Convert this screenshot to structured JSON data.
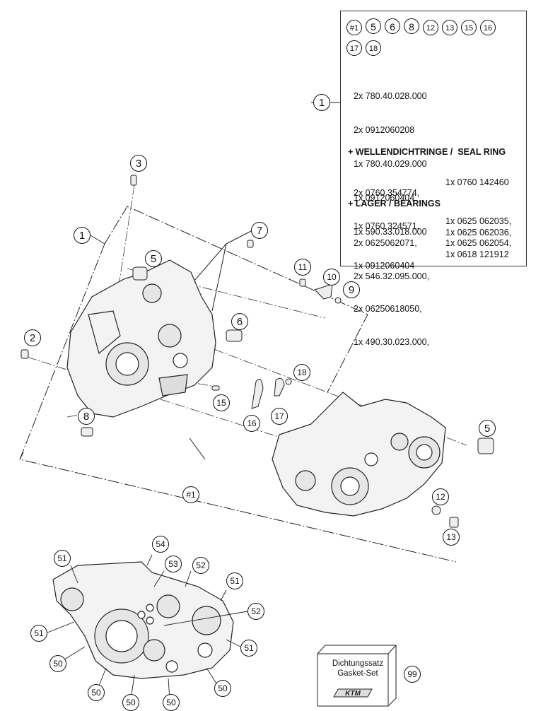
{
  "legend": {
    "kit_badges": [
      "#1",
      "5",
      "6",
      "8",
      "12",
      "13",
      "15",
      "16",
      "17",
      "18"
    ],
    "item_lines": [
      "2x 780.40.028.000",
      "2x 0912060208",
      "1x 780.40.029.000",
      "1x 0912060404",
      "1x 590.33.018.000",
      "1x 0912060404"
    ],
    "seal_ring_heading": "+ WELLENDICHTRINGE /  SEAL RING",
    "seal_ring_col1": [
      "2x 0760 354774,",
      "1x 0760 324571,"
    ],
    "seal_ring_col2": [
      "",
      "1x 0760 142460"
    ],
    "bearings_heading": "+ LAGER / BEARINGS",
    "bearings_col1": [
      "2x 0625062071,",
      "2x 546.32.095.000,",
      "2x 06250618050,",
      "1x 490.30.023.000,"
    ],
    "bearings_col2": [
      "1x 0625 062035,",
      "1x 0625 062036,",
      "1x 0625 062054,",
      "1x 0618 121912"
    ]
  },
  "callouts": [
    "1",
    "1",
    "2",
    "3",
    "5",
    "5",
    "6",
    "7",
    "8",
    "9",
    "10",
    "11",
    "12",
    "13",
    "15",
    "16",
    "17",
    "18",
    "#1",
    "51",
    "54",
    "53",
    "52",
    "51",
    "52",
    "51",
    "51",
    "50",
    "50",
    "50",
    "50",
    "50",
    "99"
  ],
  "gasket_set": {
    "line1": "Dichtungssatz",
    "line2": "Gasket-Set",
    "logo": "KTM"
  }
}
